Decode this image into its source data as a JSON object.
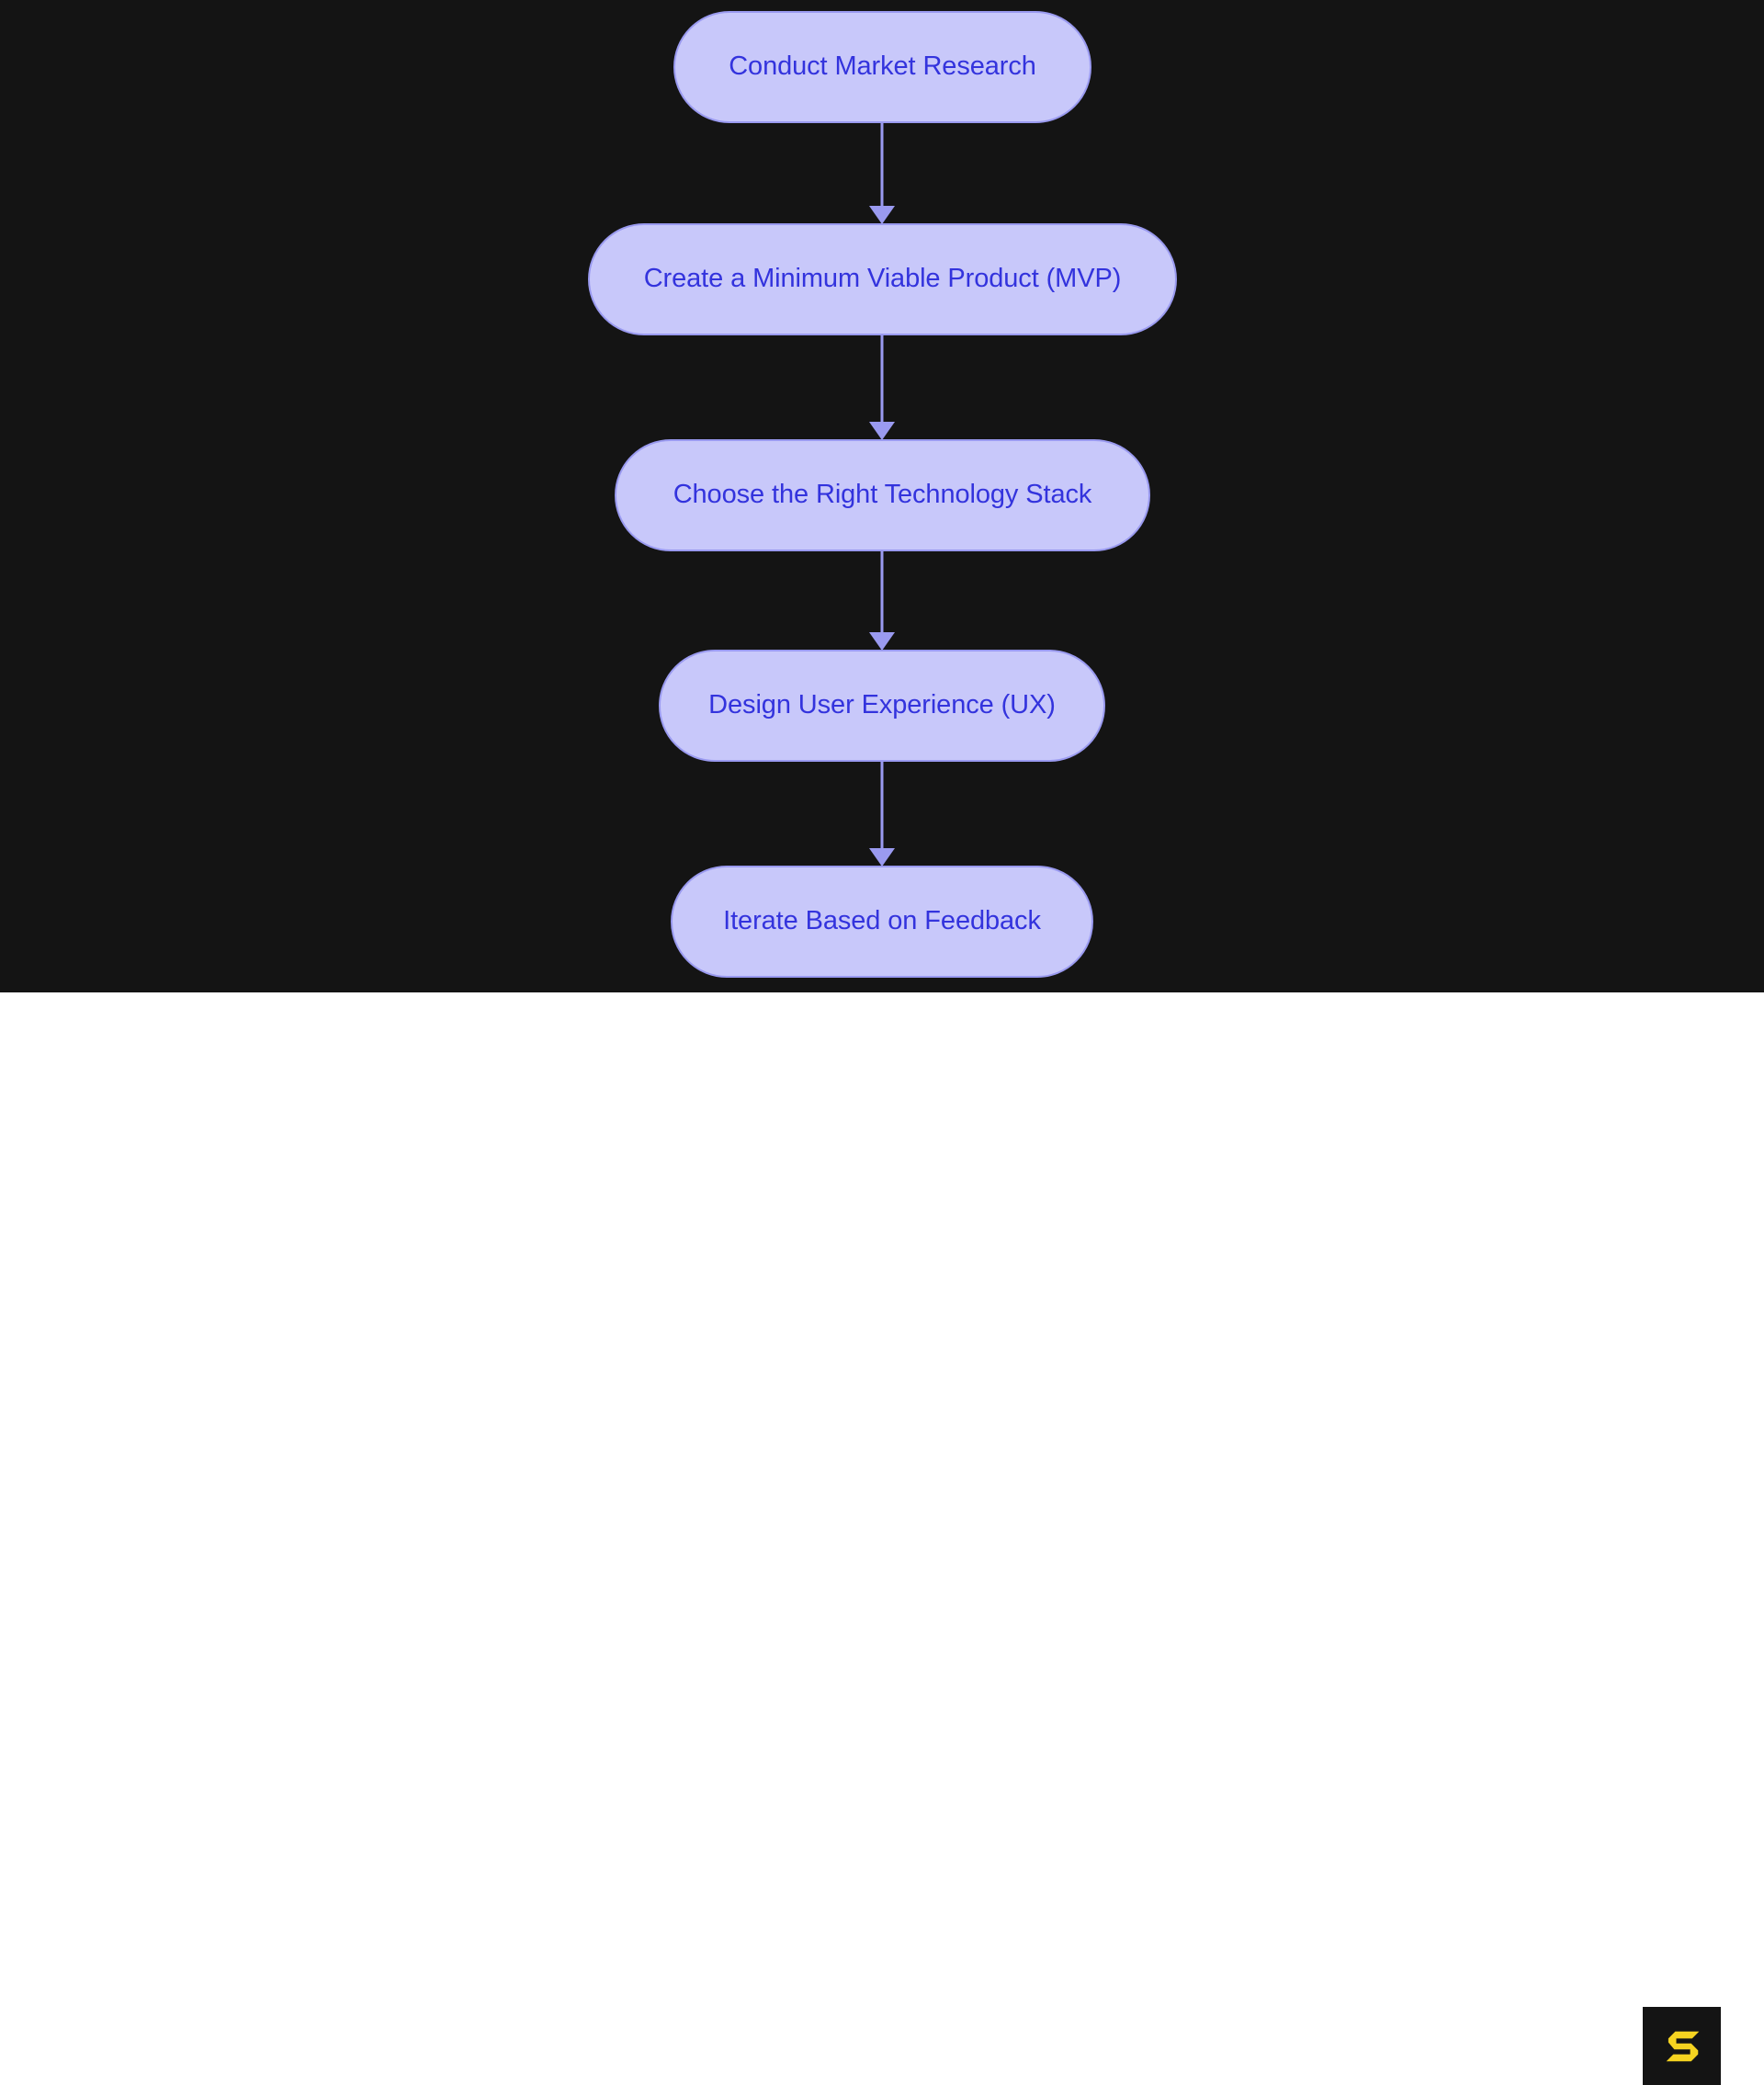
{
  "diagram": {
    "type": "flowchart",
    "orientation": "top-to-bottom",
    "background_color": "#141414",
    "node_fill": "#c8c8fa",
    "node_border": "#9a9af0",
    "node_text_color": "#3333dd",
    "edge_color": "#9a9af0",
    "nodes": [
      {
        "id": "n0",
        "label": "Conduct Market Research"
      },
      {
        "id": "n1",
        "label": "Create a Minimum Viable Product (MVP)"
      },
      {
        "id": "n2",
        "label": "Choose the Right Technology Stack"
      },
      {
        "id": "n3",
        "label": "Design User Experience (UX)"
      },
      {
        "id": "n4",
        "label": "Iterate Based on Feedback"
      }
    ],
    "edges": [
      {
        "from": "n0",
        "to": "n1",
        "label": ""
      },
      {
        "from": "n1",
        "to": "n2",
        "label": ""
      },
      {
        "from": "n2",
        "to": "n3",
        "label": ""
      },
      {
        "from": "n3",
        "to": "n4",
        "label": ""
      }
    ]
  },
  "footer": {
    "background_color": "#ffffff",
    "logo": {
      "icon": "stylized-s-logo",
      "mark_color": "#f5d320",
      "tile_color": "#141414"
    }
  }
}
